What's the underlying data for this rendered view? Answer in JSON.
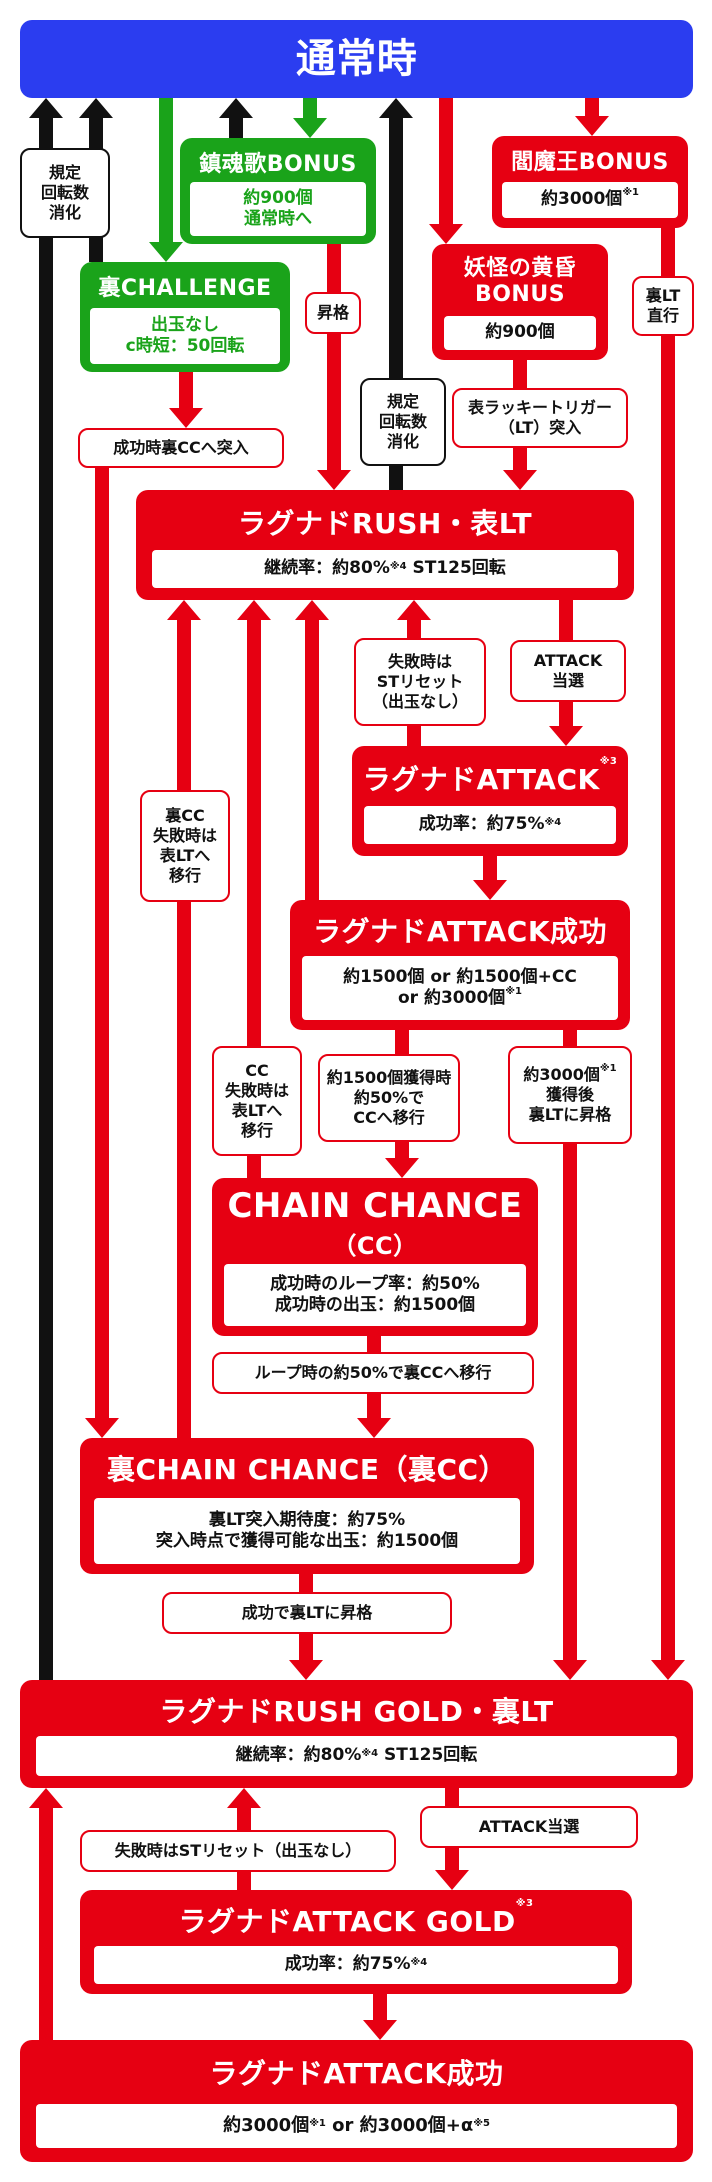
{
  "colors": {
    "red": "#e60012",
    "green": "#1aa31a",
    "blue": "#2b3df0",
    "black": "#111111"
  },
  "normal_time": "通常時",
  "chinkonka": {
    "title": "鎮魂歌BONUS",
    "line1": "約900個",
    "line2": "通常時へ"
  },
  "emmao": {
    "title": "閻魔王BONUS",
    "value": "約3000個",
    "note": "※1"
  },
  "yokai": {
    "title1": "妖怪の黄昏",
    "title2": "BONUS",
    "value": "約900個"
  },
  "ura_challenge": {
    "title": "裏CHALLENGE",
    "line1": "出玉なし",
    "line2": "c時短：50回転"
  },
  "rush": {
    "title": "ラグナドRUSH・表LT",
    "detail_a": "継続率：約80%",
    "note": "※4",
    "detail_b": " ST125回転"
  },
  "attack": {
    "title": "ラグナドATTACK",
    "note": "※3",
    "detail_a": "成功率：約75%",
    "detail_note": "※4"
  },
  "attack_success": {
    "title": "ラグナドATTACK成功",
    "line1": "約1500個 or 約1500個+CC",
    "line2": "or 約3000個",
    "note": "※1"
  },
  "cc": {
    "title": "CHAIN CHANCE",
    "subtitle": "（CC）",
    "line1": "成功時のループ率：約50%",
    "line2": "成功時の出玉：約1500個"
  },
  "ura_cc": {
    "title": "裏CHAIN CHANCE（裏CC）",
    "line1": "裏LT突入期待度：約75%",
    "line2": "突入時点で獲得可能な出玉：約1500個"
  },
  "gold": {
    "title": "ラグナドRUSH GOLD・裏LT",
    "detail_a": "継続率：約80%",
    "note": "※4",
    "detail_b": " ST125回転"
  },
  "attack_gold": {
    "title": "ラグナドATTACK GOLD",
    "note": "※3",
    "detail_a": "成功率：約75%",
    "detail_note": "※4"
  },
  "attack_success_gold": {
    "title": "ラグナドATTACK成功",
    "value_a": "約3000個",
    "note_a": "※1",
    "mid": " or ",
    "value_b": "約3000個+α",
    "note_b": "※5"
  },
  "labels": {
    "kitei1": [
      "規定",
      "回転数",
      "消化"
    ],
    "kitei2": [
      "規定",
      "回転数",
      "消化"
    ],
    "shokaku": [
      "昇格"
    ],
    "ura_lt_direct": [
      "裏LT",
      "直行"
    ],
    "omote_lucky": [
      "表ラッキートリガー",
      "（LT）突入"
    ],
    "success_ura_cc": [
      "成功時裏CCへ突入"
    ],
    "fail_reset": [
      "失敗時は",
      "STリセット",
      "（出玉なし）"
    ],
    "attack_win": [
      "ATTACK",
      "当選"
    ],
    "ura_cc_fail": [
      "裏CC",
      "失敗時は",
      "表LTへ",
      "移行"
    ],
    "cc_fail": [
      "CC",
      "失敗時は",
      "表LTへ",
      "移行"
    ],
    "get1500": [
      "約1500個獲得時",
      "約50%で",
      "CCへ移行"
    ],
    "get3000": [
      "約3000個",
      "獲得後",
      "裏LTに昇格"
    ],
    "get3000_note": "※1",
    "loop50": [
      "ループ時の約50%で裏CCへ移行"
    ],
    "success_ura_lt": [
      "成功で裏LTに昇格"
    ],
    "gold_attack_win": [
      "ATTACK当選"
    ],
    "gold_fail_reset": [
      "失敗時はSTリセット（出玉なし）"
    ]
  }
}
